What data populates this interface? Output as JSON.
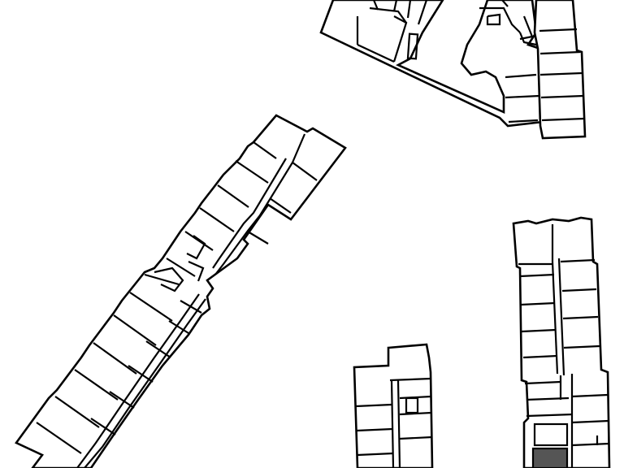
{
  "map": {
    "view": "floor-plan",
    "buildings": [
      {
        "id": "north-east-block"
      },
      {
        "id": "diagonal-block"
      },
      {
        "id": "south-block"
      },
      {
        "id": "east-block"
      }
    ],
    "highlighted_room": {
      "building": "east-block",
      "fill": "#555555"
    },
    "colors": {
      "background": "#ffffff",
      "outline": "#000000",
      "highlight": "#555555"
    }
  }
}
